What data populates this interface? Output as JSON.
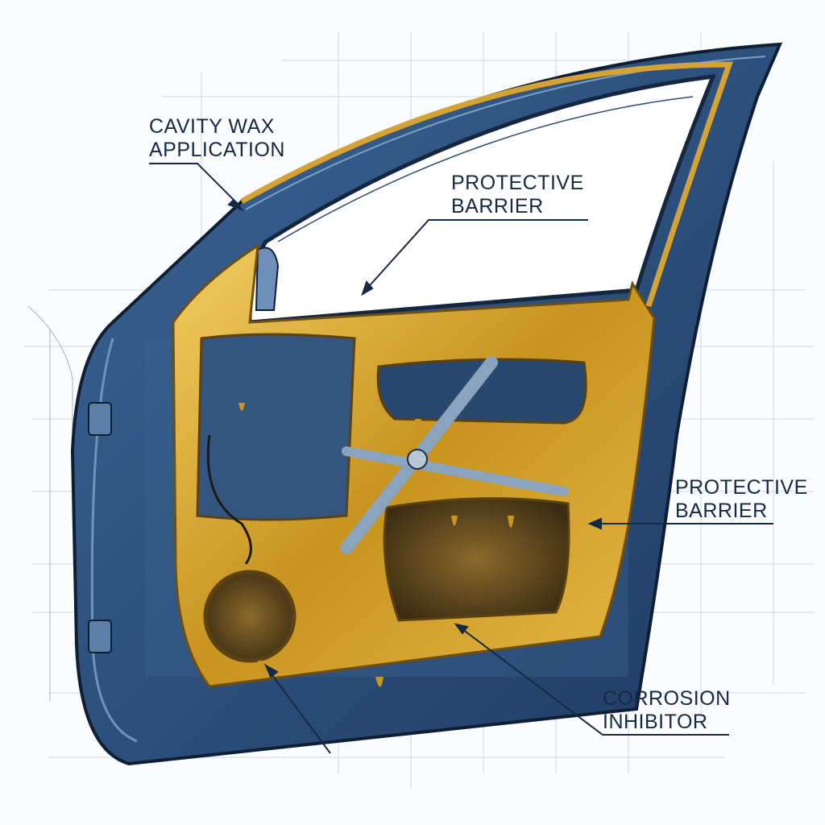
{
  "title": "Car door corrosion protection diagram",
  "labels": {
    "cavity_wax": [
      "CAVITY WAX",
      "APPLICATION"
    ],
    "protective_barrier_top": [
      "PROTECTIVE",
      "BARRIER"
    ],
    "protective_barrier_right": [
      "PROTECTIVE",
      "BARRIER"
    ],
    "corrosion_inhibitor": [
      "CORROSION",
      "INHIBITOR"
    ]
  },
  "colors": {
    "door_blue": "#2c4f7c",
    "door_dark": "#14253f",
    "wax_gold": "#c9961f",
    "wax_light": "#f0c85a",
    "grid": "#c9d5e3",
    "text": "#142a44"
  }
}
